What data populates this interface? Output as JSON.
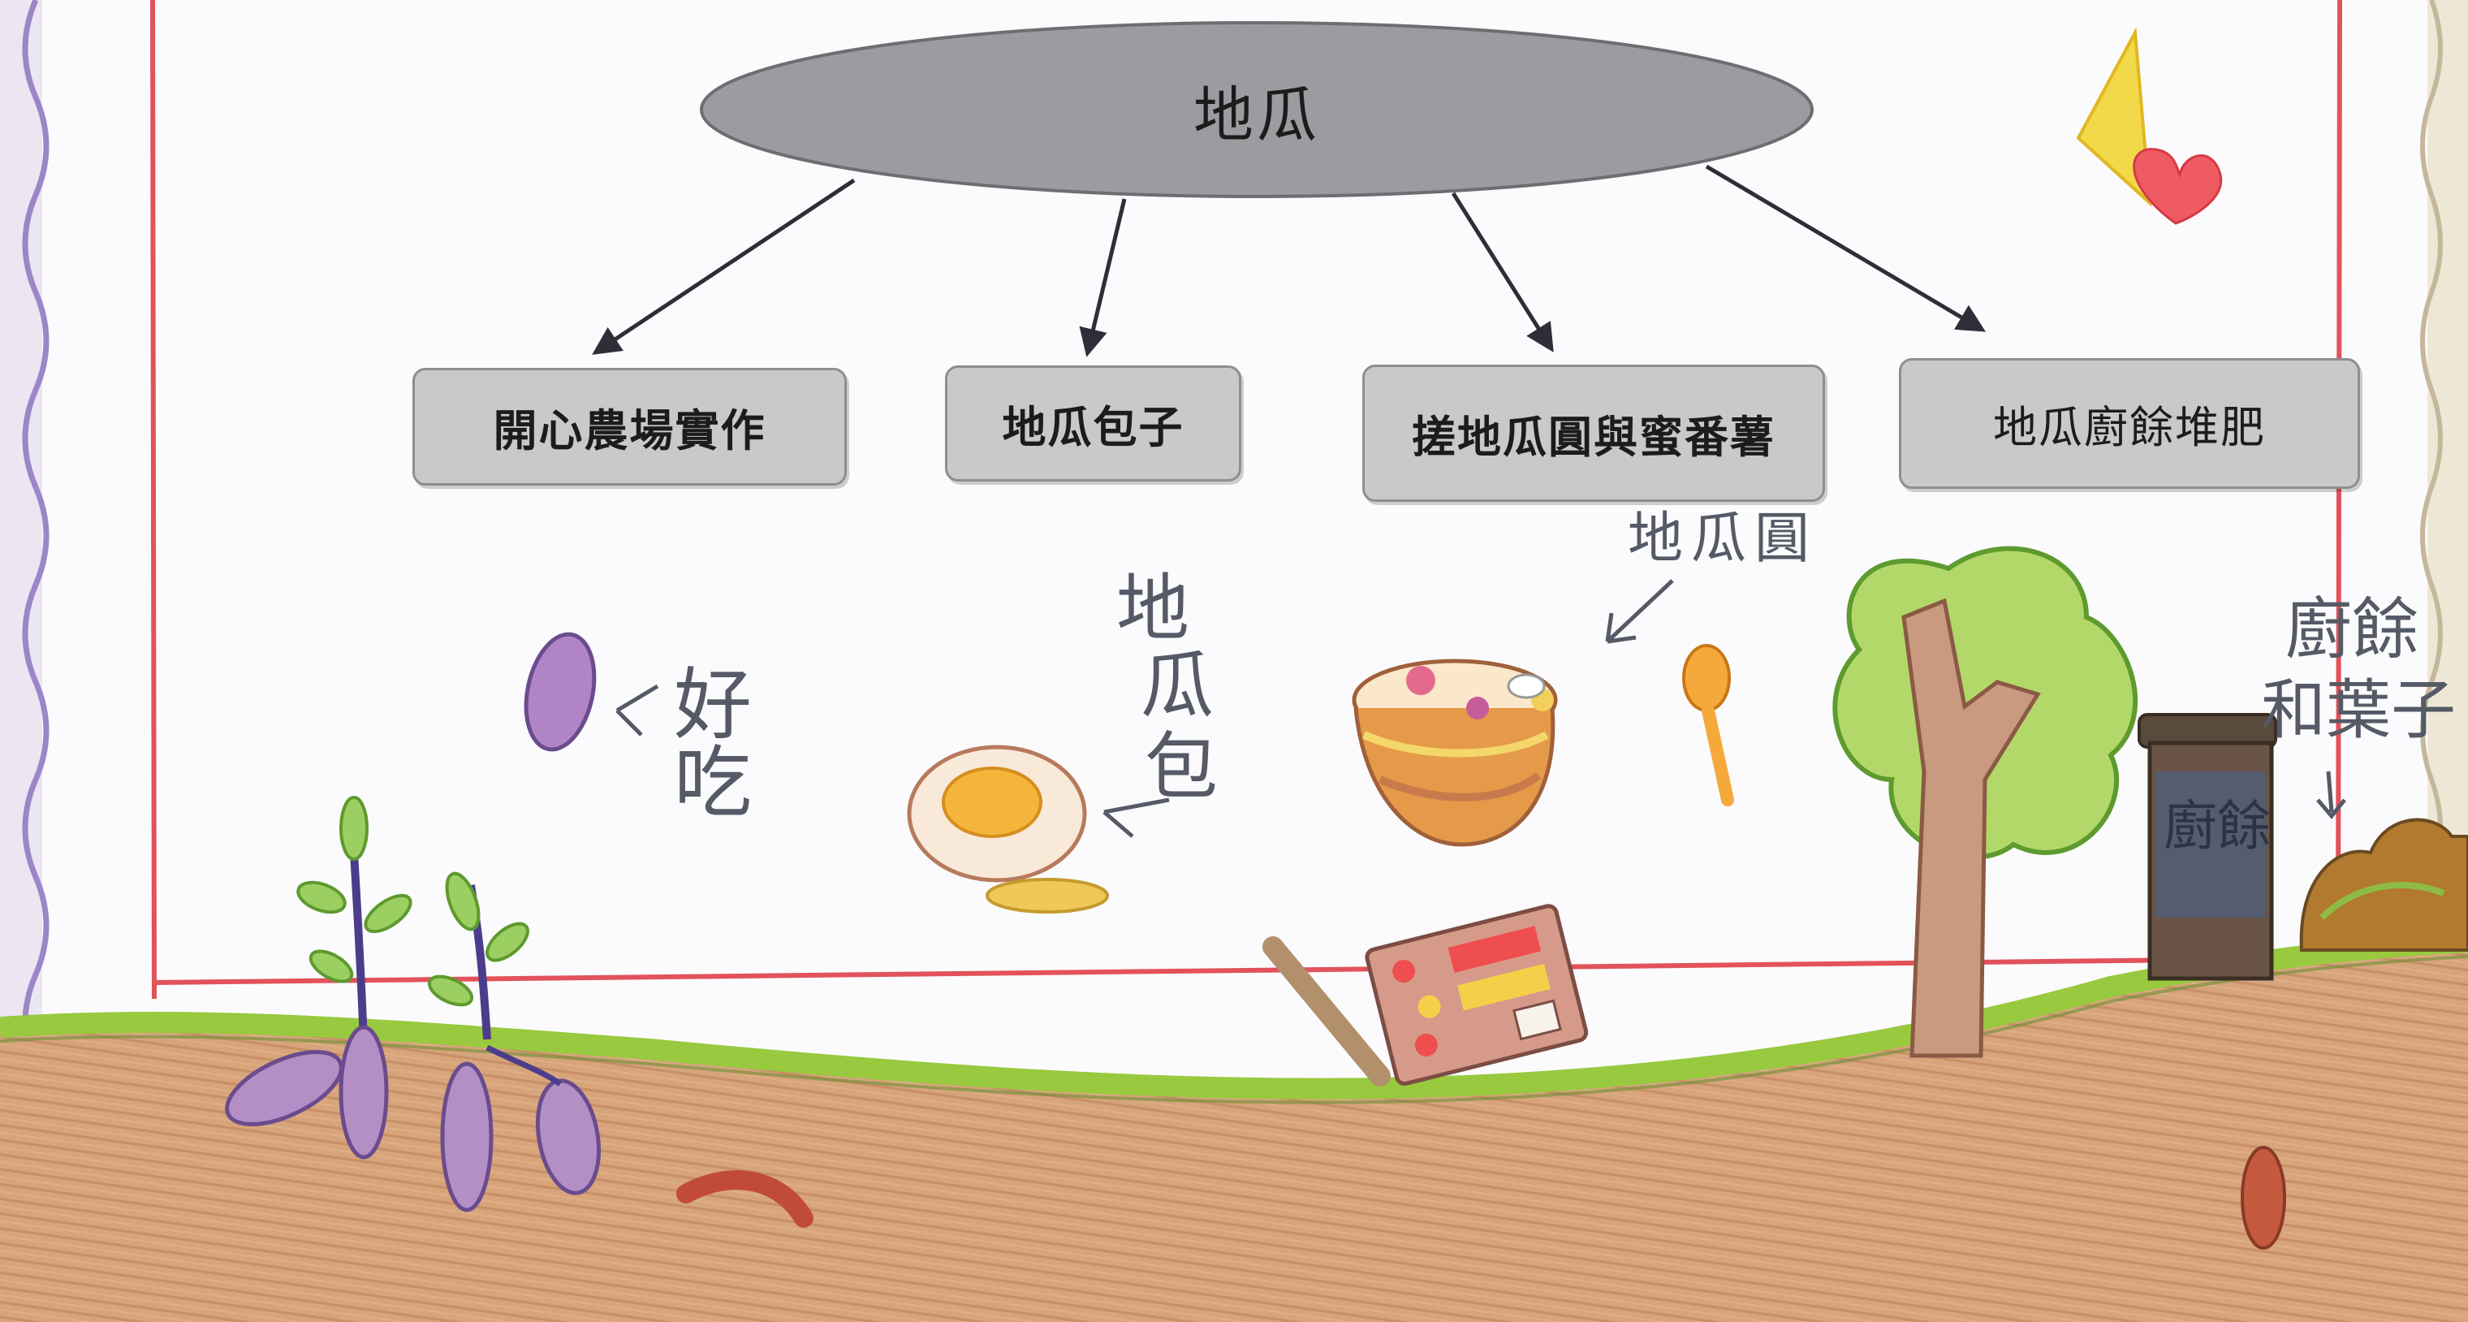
{
  "root": {
    "label": "地瓜"
  },
  "branches": [
    {
      "label": "開心農場實作"
    },
    {
      "label": "地瓜包子"
    },
    {
      "label": "搓地瓜圓與蜜番薯"
    },
    {
      "label": "地瓜廚餘堆肥"
    }
  ],
  "drawing_labels": {
    "tasty": "好吃",
    "bun_char1": "地",
    "bun_char2": "瓜",
    "bun_char3": "包",
    "balls": "地瓜圓",
    "waste_line1": "廚餘",
    "waste_line2": "和葉子",
    "bin_label": "廚餘"
  },
  "colors": {
    "node_fill": "#c9c9cb",
    "root_fill": "#9c9ca0",
    "paper": "#fbfbfd",
    "margin_red": "#e2525a",
    "soil": "#c9906a",
    "grass": "#98c93f",
    "sweet_potato": "#a97ab8"
  }
}
